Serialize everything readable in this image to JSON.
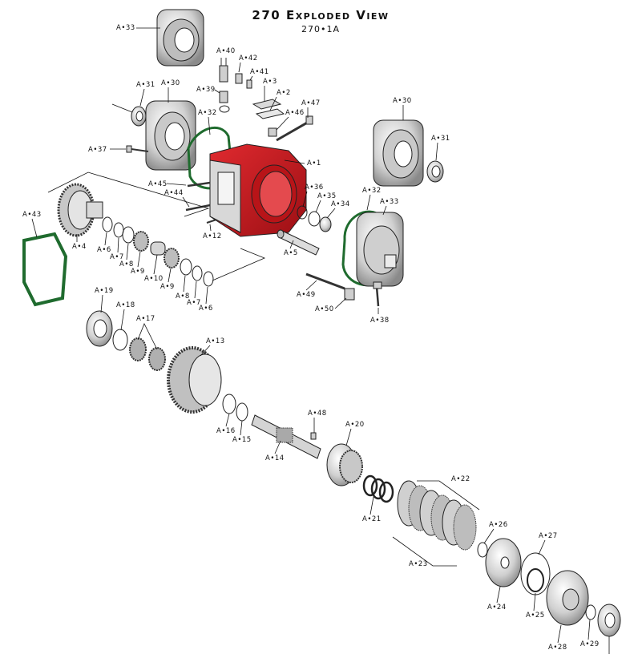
{
  "header": {
    "title": "270 Exploded View",
    "subtitle": "270•1A"
  },
  "colors": {
    "housing": "#c8161d",
    "metal": "#d8d8d8",
    "gasket": "#1f6b2e",
    "ink": "#111111"
  },
  "part_labels": {
    "a33_top": "A•33",
    "a31_left": "A•31",
    "a30_left": "A•30",
    "a40": "A•40",
    "a42": "A•42",
    "a41": "A•41",
    "a39": "A•39",
    "a3": "A•3",
    "a2": "A•2",
    "a47": "A•47",
    "a46": "A•46",
    "a32_left": "A•32",
    "a30_right": "A•30",
    "a31_right": "A•31",
    "a37": "A•37",
    "a1": "A•1",
    "a45": "A•45",
    "a44": "A•44",
    "a36": "A•36",
    "a35": "A•35",
    "a34": "A•34",
    "a32_right": "A•32",
    "a33_right": "A•33",
    "a43": "A•43",
    "a4": "A•4",
    "a6_left": "A•6",
    "a7_left": "A•7",
    "a8_left": "A•8",
    "a9_left": "A•9",
    "a10": "A•10",
    "a9_right": "A•9",
    "a8_right": "A•8",
    "a7_right": "A•7",
    "a6_right": "A•6",
    "a12": "A•12",
    "a5": "A•5",
    "a49": "A•49",
    "a50": "A•50",
    "a38": "A•38",
    "a19": "A•19",
    "a18": "A•18",
    "a17": "A•17",
    "a13": "A•13",
    "a16": "A•16",
    "a15": "A•15",
    "a48": "A•48",
    "a14": "A•14",
    "a20": "A•20",
    "a21": "A•21",
    "a22": "A•22",
    "a23": "A•23",
    "a26": "A•26",
    "a27": "A•27",
    "a24": "A•24",
    "a25": "A•25",
    "a28": "A•28",
    "a29": "A•29"
  }
}
